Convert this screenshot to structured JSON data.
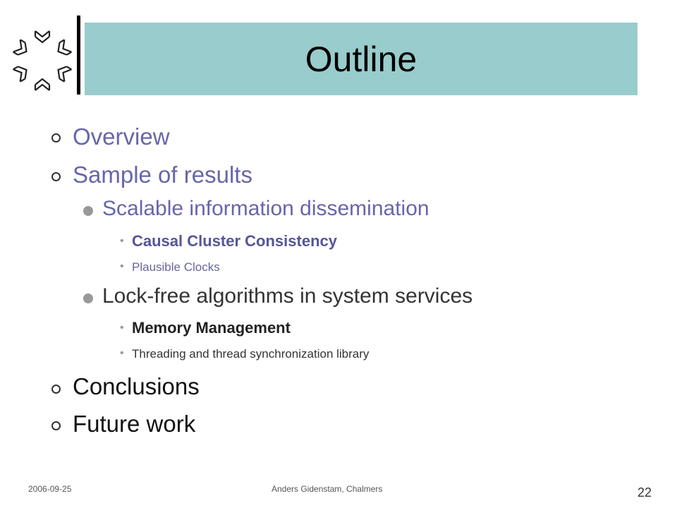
{
  "slide": {
    "title": "Outline",
    "colors": {
      "title_band": "#99cccc",
      "level1": "#6666aa",
      "level1_dark": "#333333",
      "level2": "#333333",
      "level3_highlight": "#555599",
      "level3_muted": "#666699"
    },
    "bullets": [
      {
        "level": 1,
        "text": "Overview"
      },
      {
        "level": 1,
        "text": "Sample of results"
      },
      {
        "level": 2,
        "text": "Scalable information dissemination"
      },
      {
        "level": 3,
        "text": "Causal Cluster Consistency"
      },
      {
        "level": 3,
        "text": "Plausible Clocks"
      },
      {
        "level": 2,
        "text": "Lock-free algorithms in system services"
      },
      {
        "level": 3,
        "text": "Memory Management"
      },
      {
        "level": 3,
        "text": "Threading and thread synchronization library"
      },
      {
        "level": 1,
        "text": "Conclusions"
      },
      {
        "level": 1,
        "text": "Future work"
      }
    ]
  },
  "footer": {
    "date": "2006-09-25",
    "author": "Anders Gidenstam, Chalmers",
    "page": "22"
  },
  "icons": {
    "logo": "chalmers-hexagon-logo-icon",
    "level1_marker": "ring-bullet-icon",
    "level2_marker": "dot-bullet-icon",
    "level3_marker": "small-dot-bullet-icon"
  }
}
